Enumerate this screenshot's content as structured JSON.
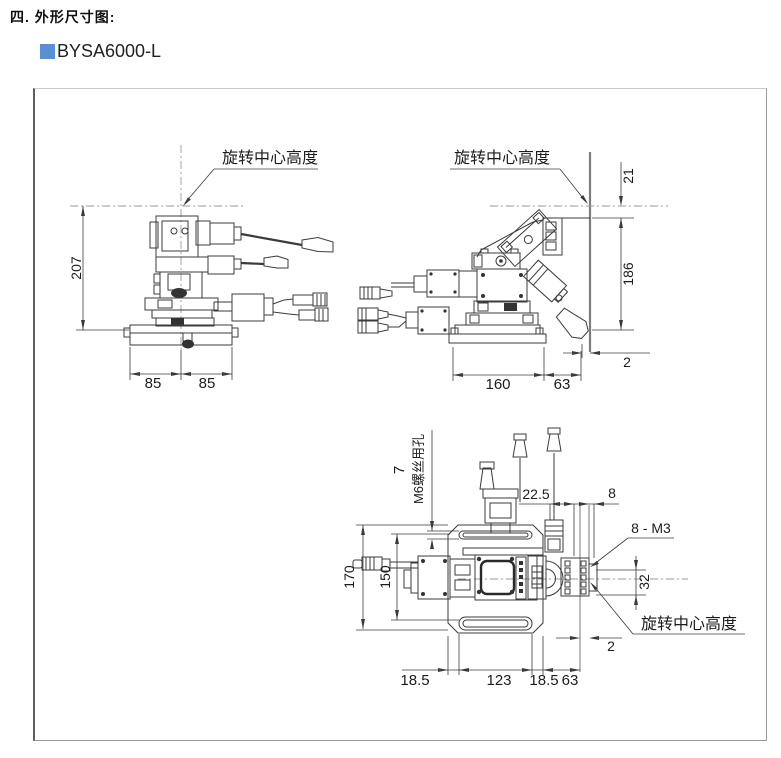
{
  "header": {
    "section_title": "四. 外形尺寸图:",
    "model": "BYSA6000-L"
  },
  "colors": {
    "bullet": "#5b8fd4",
    "line": "#3b3b3b"
  },
  "figure": {
    "front_view": {
      "rotation_label": "旋转中心高度",
      "dim_height": "207",
      "dim_base_left": "85",
      "dim_base_right": "85"
    },
    "side_view": {
      "rotation_label": "旋转中心高度",
      "dim_top": "21",
      "dim_height": "186",
      "dim_gap": "2",
      "dim_base": "160",
      "dim_overhang": "63"
    },
    "top_view": {
      "rotation_label": "旋转中心高度",
      "m6_label": "M6螺丝用孔",
      "m3_label": "8 - M3",
      "dim_slot": "7",
      "dim_pitch": "22.5",
      "dim_edge": "8",
      "dim_connector": "32",
      "dim_depth": "170",
      "dim_inner": "150",
      "dim_gap": "2",
      "dim_left": "18.5",
      "dim_center": "123",
      "dim_right": "18.5",
      "dim_overhang": "63"
    }
  }
}
